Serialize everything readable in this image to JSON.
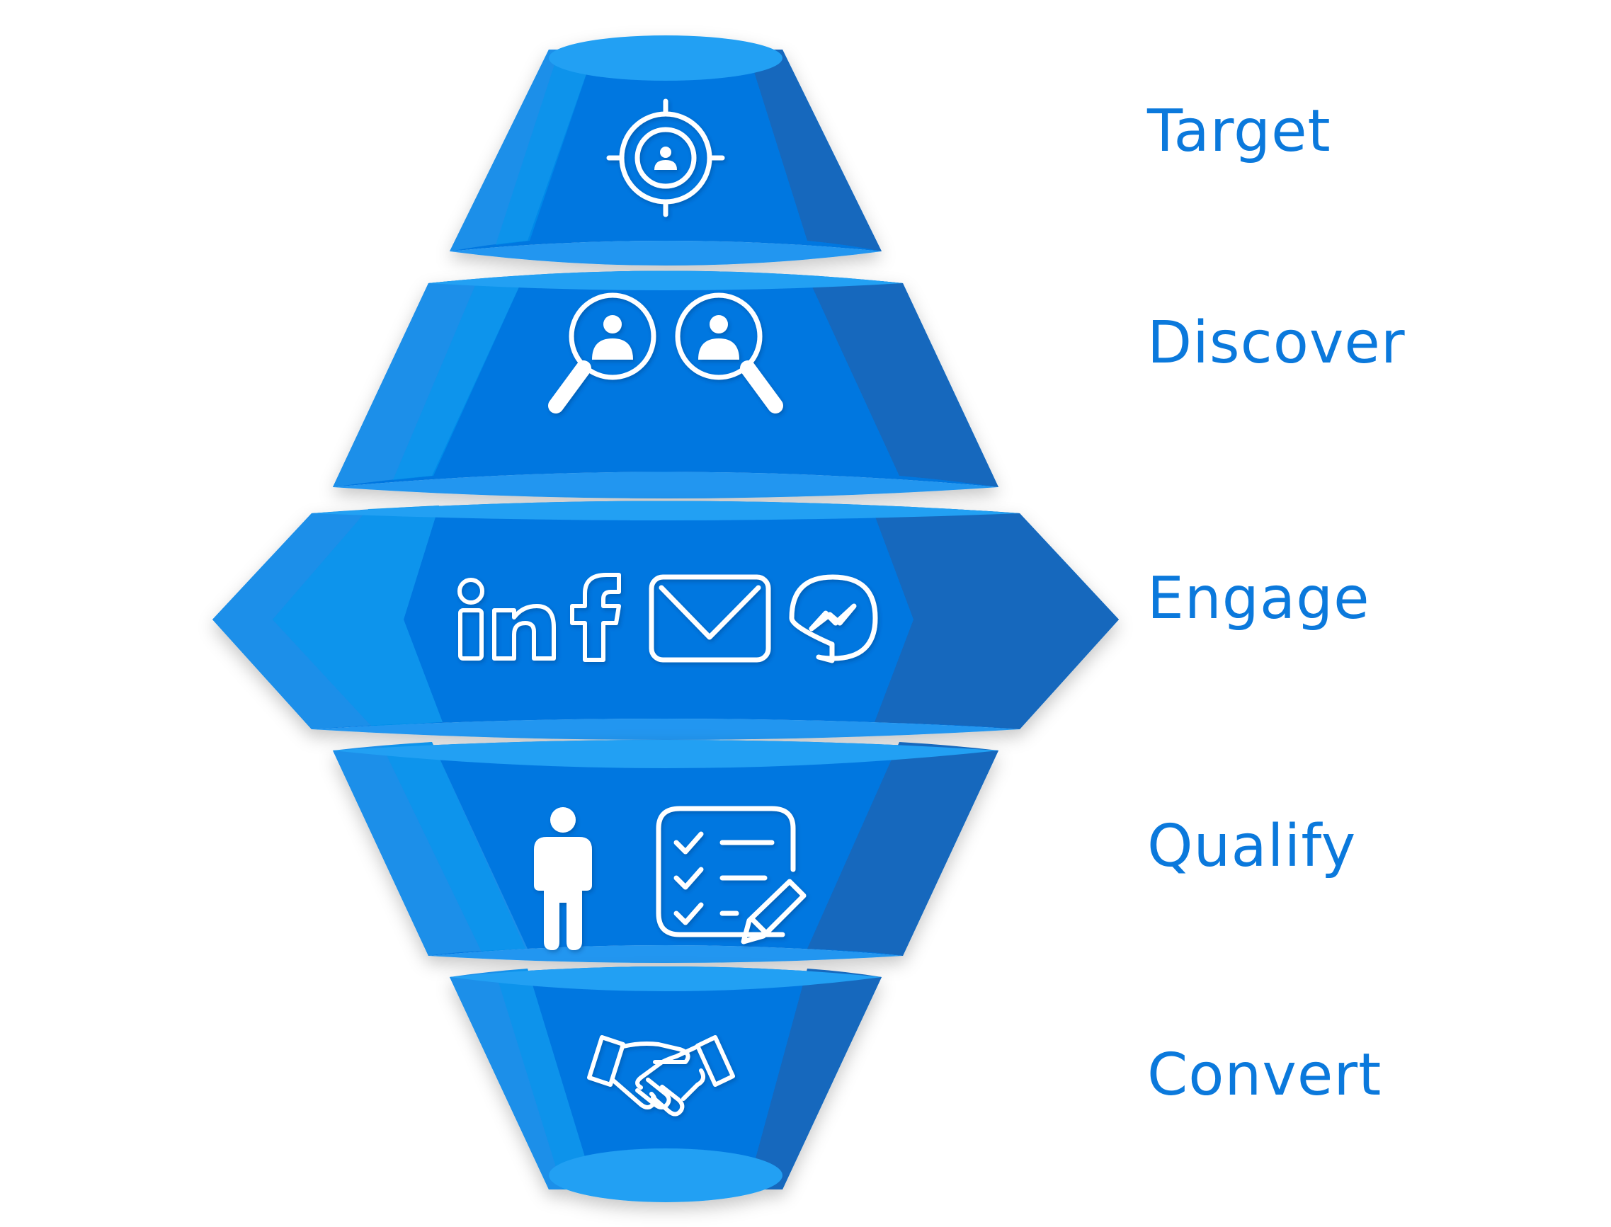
{
  "stages": [
    {
      "id": "target",
      "label": "Target",
      "icons": [
        "target-person-icon"
      ]
    },
    {
      "id": "discover",
      "label": "Discover",
      "icons": [
        "person-search-icon",
        "person-search-icon"
      ]
    },
    {
      "id": "engage",
      "label": "Engage",
      "icons": [
        "linkedin-icon",
        "facebook-icon",
        "mail-icon",
        "messenger-icon"
      ]
    },
    {
      "id": "qualify",
      "label": "Qualify",
      "icons": [
        "person-icon",
        "checklist-pencil-icon"
      ]
    },
    {
      "id": "convert",
      "label": "Convert",
      "icons": [
        "handshake-icon"
      ]
    }
  ],
  "colors": {
    "label": "#0b79dc",
    "shape_base": "#0577e0",
    "shape_left": "#0396ec",
    "shape_left_outer": "#1a8fe9",
    "shape_right": "#1268bd",
    "cap": "#22a0f3",
    "icon": "#ffffff"
  }
}
